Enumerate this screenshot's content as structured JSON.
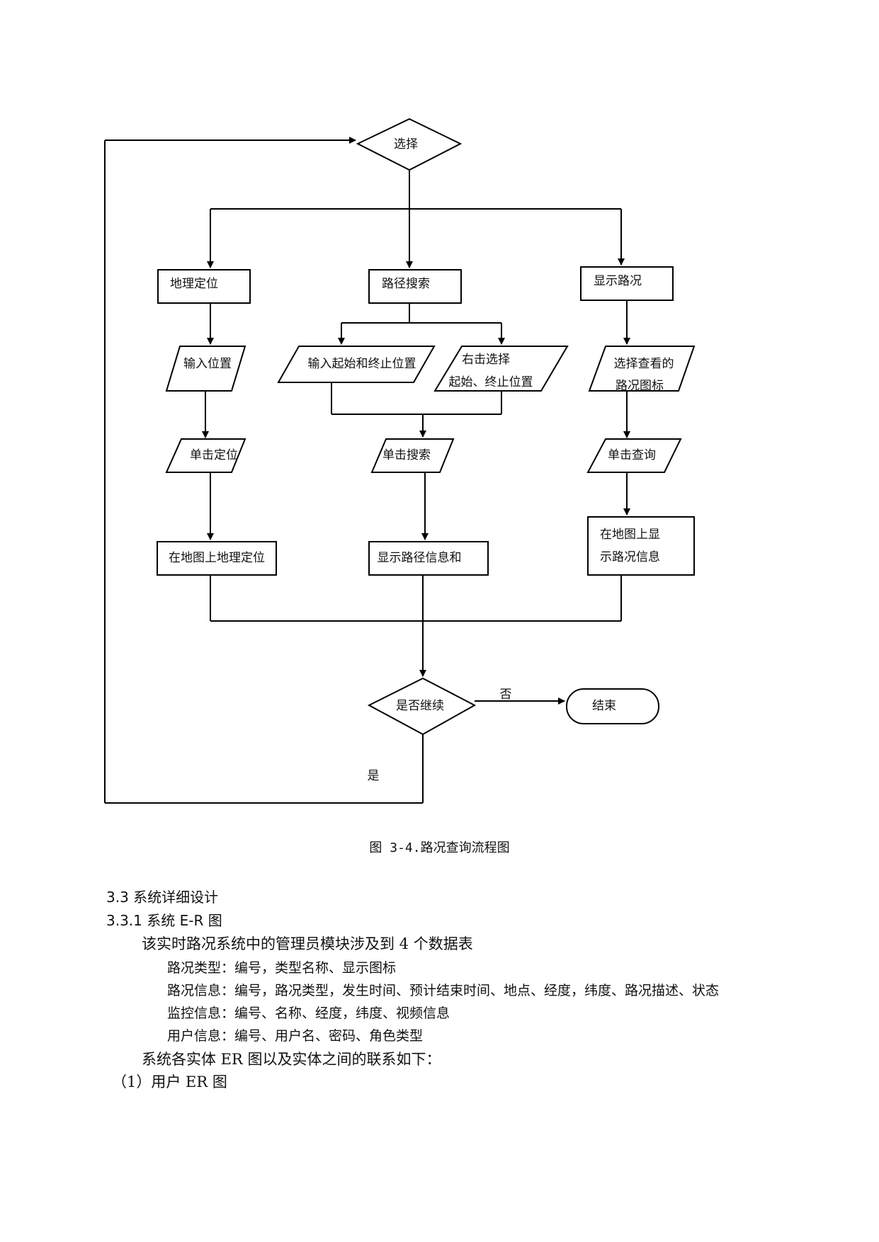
{
  "flowchart": {
    "select": "选择",
    "geo_locate": "地理定位",
    "route_search": "路径搜索",
    "show_traffic": "显示路况",
    "input_position": "输入位置",
    "input_start_end": "输入起始和终止位置",
    "right_click_line1": "右击选择",
    "right_click_line2": "起始、终止位置",
    "select_icon_line1": "选择查看的",
    "select_icon_line2": "路况图标",
    "click_locate": "单击定位",
    "click_search": "单击搜索",
    "click_query": "单击查询",
    "locate_on_map": "在地图上地理定位",
    "show_route_info": "显示路径信息和",
    "show_on_map_line1": "在地图上显",
    "show_on_map_line2": "示路况信息",
    "continue": "是否继续",
    "no": "否",
    "end": "结束",
    "yes": "是"
  },
  "caption": "图 3-4.路况查询流程图",
  "sections": {
    "h1": "3.3 系统详细设计",
    "h2": "3.3.1 系统 E-R 图",
    "intro": "该实时路况系统中的管理员模块涉及到 4 个数据表",
    "tables": [
      "路况类型：编号，类型名称、显示图标",
      "路况信息：编号，路况类型，发生时间、预计结束时间、地点、经度，纬度、路况描述、状态",
      "监控信息：编号、名称、经度，纬度、视频信息",
      "用户信息：编号、用户名、密码、角色类型"
    ],
    "er_intro": "系统各实体 ER 图以及实体之间的联系如下：",
    "user_er": "（1）用户 ER 图"
  }
}
